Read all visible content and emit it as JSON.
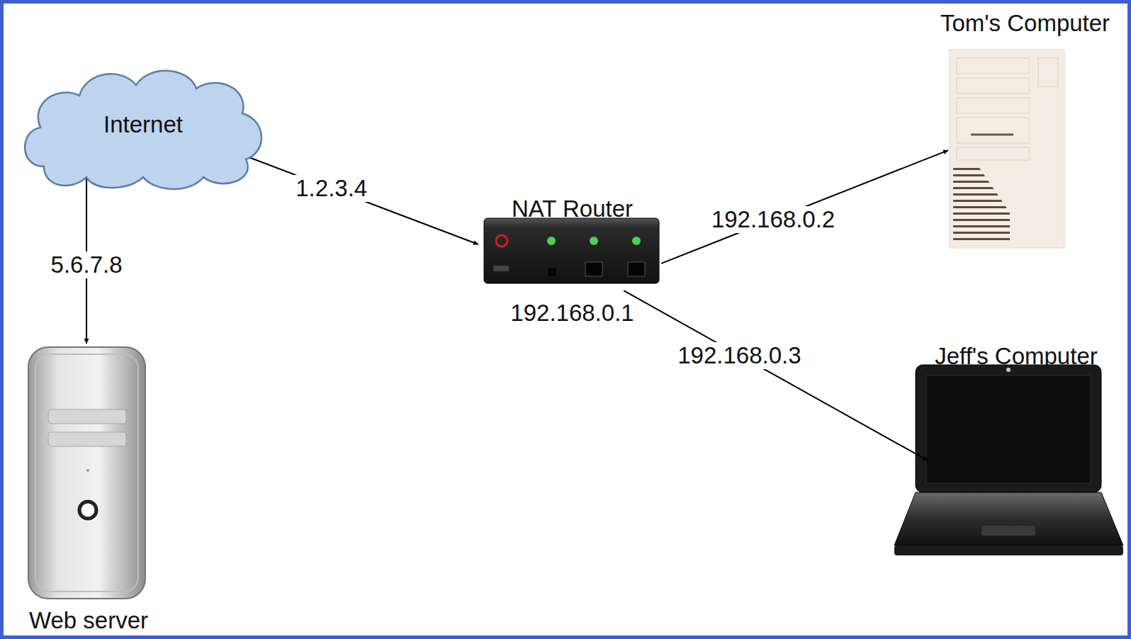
{
  "diagram": {
    "nodes": [
      {
        "text": [
          "Internet"
        ]
      },
      {
        "text": [
          "NAT Router",
          "192.168.0.1"
        ]
      },
      {
        "text": [
          "Tom's Computer"
        ]
      },
      {
        "text": [
          "Jeff's Computer"
        ]
      },
      {
        "text": [
          "Web server"
        ]
      }
    ],
    "edges": [
      {
        "from": 0,
        "to": 1,
        "label": "1.2.3.4",
        "arrow": "to"
      },
      {
        "from": 0,
        "to": 4,
        "label": "5.6.7.8",
        "arrow": "to"
      },
      {
        "from": 1,
        "to": 2,
        "label": "192.168.0.2",
        "arrow": "to"
      },
      {
        "from": 1,
        "to": 3,
        "label": "192.168.0.3",
        "arrow": "to"
      }
    ]
  }
}
